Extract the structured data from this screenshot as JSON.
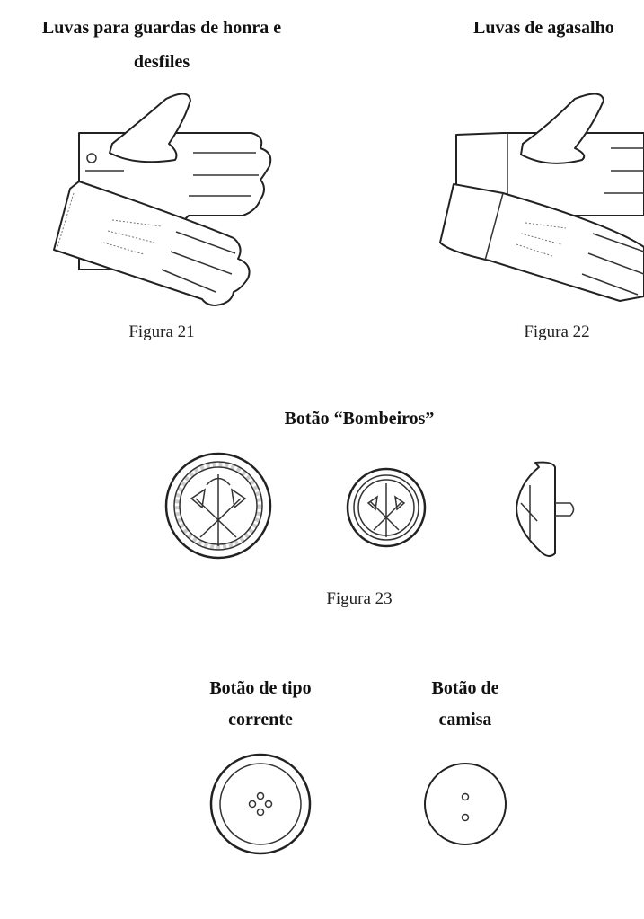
{
  "gloves": {
    "honor": {
      "title_line1": "Luvas para guardas de honra e",
      "title_line2": "desfiles",
      "caption": "Figura 21"
    },
    "warm": {
      "title": "Luvas de agasalho",
      "caption": "Figura 22"
    }
  },
  "bombeiros_button": {
    "title": "Botão “Bombeiros”",
    "caption": "Figura 23"
  },
  "regular_button": {
    "title_line1": "Botão de tipo",
    "title_line2": "corrente"
  },
  "shirt_button": {
    "title_line1": "Botão de",
    "title_line2": "camisa"
  }
}
